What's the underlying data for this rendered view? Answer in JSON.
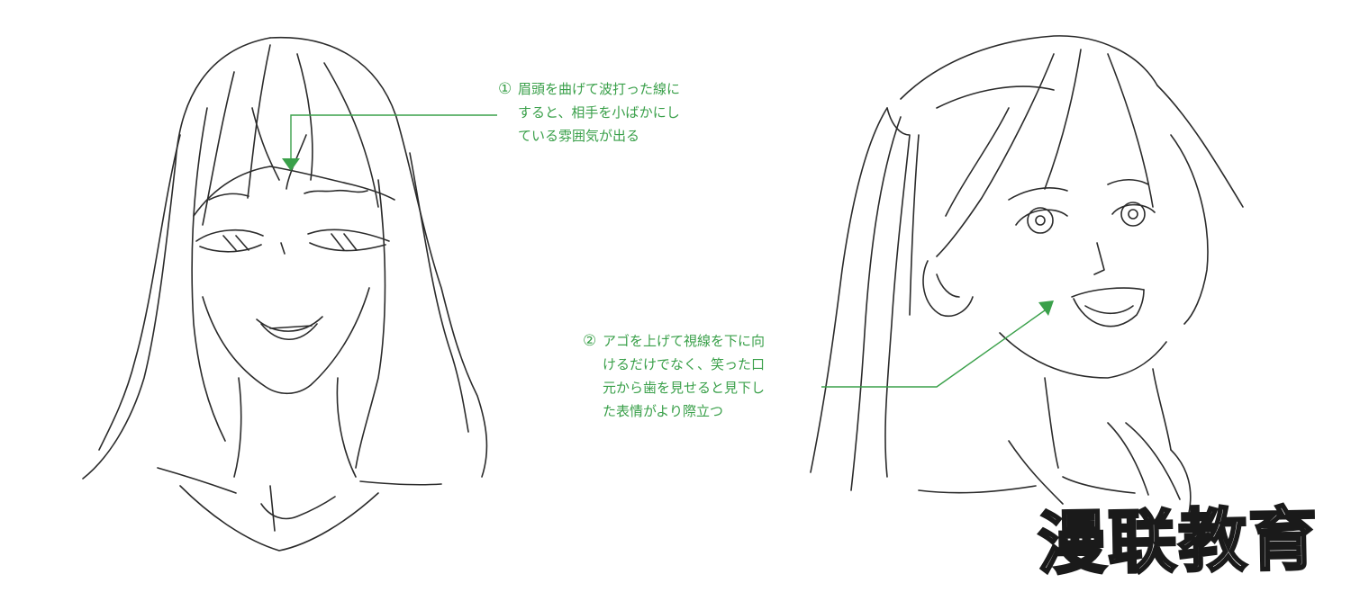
{
  "annotations": [
    {
      "number": "①",
      "lines": [
        "眉頭を曲げて波打った線に",
        "すると、相手を小ばかにし",
        "ている雰囲気が出る"
      ]
    },
    {
      "number": "②",
      "lines": [
        "アゴを上げて視線を下に向",
        "けるだけでなく、笑った口",
        "元から歯を見せると見下し",
        "た表情がより際立つ"
      ]
    }
  ],
  "watermark": "漫联教育",
  "colors": {
    "annotation": "#3aa04a",
    "sketch": "#2b2b2b",
    "background": "#ffffff"
  }
}
